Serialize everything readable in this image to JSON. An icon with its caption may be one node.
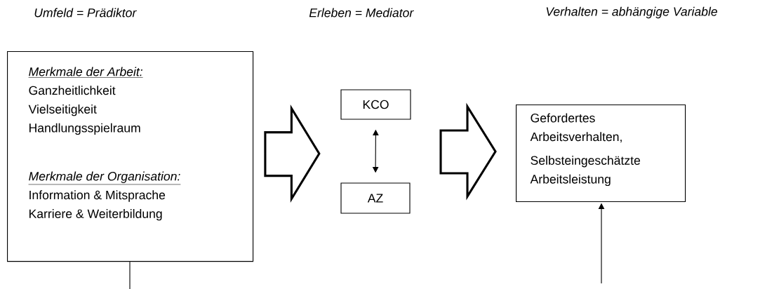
{
  "diagram": {
    "nodes": [
      {
        "text": [
          "Merkmale der Arbeit:",
          "Ganzheitlichkeit",
          "Vielseitigkeit",
          "Handlungsspielraum",
          "Merkmale der Organisation:",
          "Information & Mitsprache",
          "Karriere & Weiterbildung"
        ]
      },
      {
        "text": [
          "KCO"
        ]
      },
      {
        "text": [
          "AZ"
        ]
      },
      {
        "text": [
          "Gefordertes Arbeitsverhalten,",
          "Selbsteingeschätzte Arbeitsleistung"
        ]
      }
    ],
    "edges": [
      {
        "from": 0,
        "to": 1,
        "arrow": "to",
        "style": "thick"
      },
      {
        "from": null,
        "to": 3,
        "arrow": "to",
        "style": "thick"
      },
      {
        "from": 1,
        "to": 2,
        "arrow": "both"
      },
      {
        "from": 0,
        "to": null,
        "arrow": "none"
      },
      {
        "from": null,
        "to": 3,
        "arrow": "to"
      }
    ],
    "labels": [
      "Umfeld = Prädiktor",
      "Erleben = Mediator",
      "Verhalten = abhängige Variable"
    ]
  }
}
